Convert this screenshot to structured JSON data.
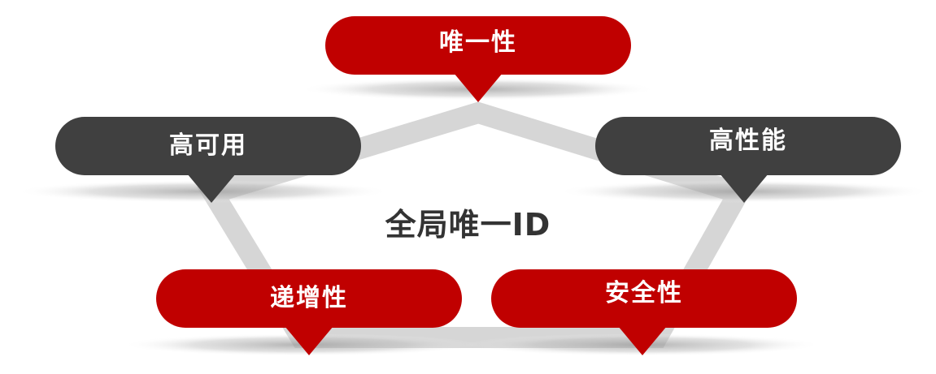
{
  "center": {
    "label": "全局唯一ID"
  },
  "nodes": [
    {
      "id": "uniqueness",
      "label": "唯一性",
      "color": "#c00000"
    },
    {
      "id": "high-availability",
      "label": "高可用",
      "color": "#404040"
    },
    {
      "id": "high-performance",
      "label": "高性能",
      "color": "#404040"
    },
    {
      "id": "increment",
      "label": "递增性",
      "color": "#c00000"
    },
    {
      "id": "security",
      "label": "安全性",
      "color": "#c00000"
    }
  ]
}
